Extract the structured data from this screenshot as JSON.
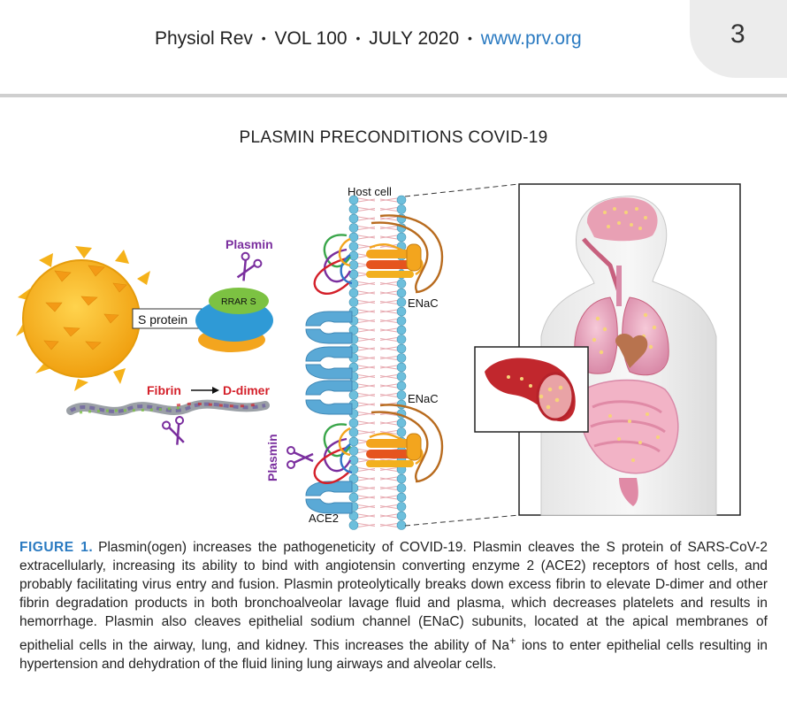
{
  "header": {
    "journal": "Physiol Rev",
    "volume": "VOL 100",
    "date": "JULY 2020",
    "url": "www.prv.org",
    "page_number": "3",
    "separator": "•"
  },
  "figure": {
    "title": "PLASMIN PRECONDITIONS COVID-19",
    "labels": {
      "host_cell": "Host cell",
      "plasmin_top": "Plasmin",
      "rrar_s": "RRAR S",
      "s_protein": "S protein",
      "enac_top": "ENaC",
      "enac_bottom": "ENaC",
      "fibrin": "Fibrin",
      "d_dimer": "D-dimer",
      "plasmin_vertical": "Plasmin",
      "ace2": "ACE2"
    },
    "colors": {
      "plasmin": "#7a2e9e",
      "fibrin": "#d4202a",
      "virus": "#f5b21a",
      "membrane": "#6dbfdc",
      "receptor": "#5aa9d6",
      "rrar": "#7cc242",
      "spike_blue": "#2f9ad6",
      "spike_orange": "#f3a51e"
    }
  },
  "caption": {
    "label": "FIGURE 1.",
    "text": "Plasmin(ogen) increases the pathogeneticity of COVID-19. Plasmin cleaves the S protein of SARS-CoV-2 extracellularly, increasing its ability to bind with angiotensin converting enzyme 2 (ACE2) receptors of host cells, and probably facilitating virus entry and fusion. Plasmin proteolytically breaks down excess fibrin to elevate D-dimer and other fibrin degradation products in both bronchoalveolar lavage fluid and plasma, which decreases platelets and results in hemorrhage. Plasmin also cleaves epithelial sodium channel (ENaC) subunits, located at the apical membranes of epithelial cells in the airway, lung, and kidney. This increases the ability of Na",
    "superscript": "+",
    "text_end": "ions to enter epithelial cells resulting in hypertension and dehydration of the fluid lining lung airways and alveolar cells."
  }
}
